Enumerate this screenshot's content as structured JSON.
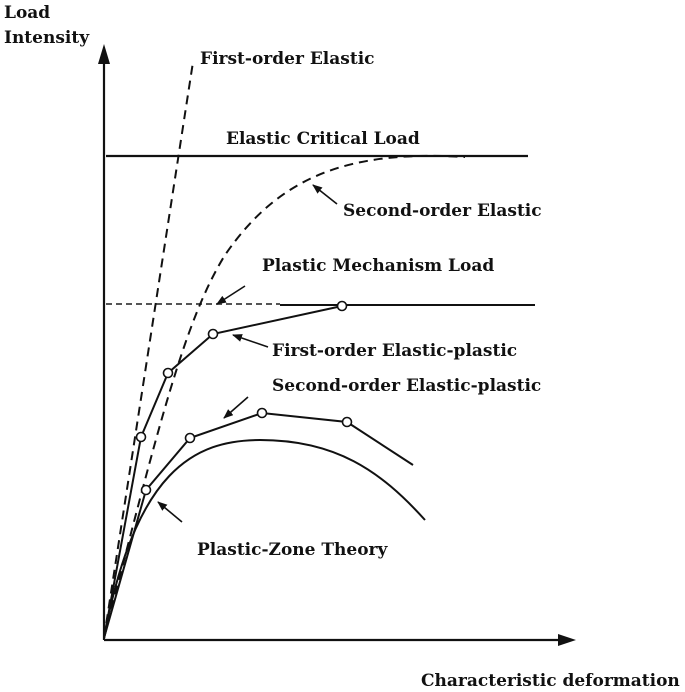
{
  "axes": {
    "y_label_line1": "Load",
    "y_label_line2": "Intensity",
    "x_label": "Characteristic deformation"
  },
  "curves": {
    "first_order_elastic": "First-order Elastic",
    "elastic_critical_load": "Elastic Critical Load",
    "second_order_elastic": "Second-order Elastic",
    "plastic_mechanism_load": "Plastic Mechanism Load",
    "first_order_elastic_plastic": "First-order Elastic-plastic",
    "second_order_elastic_plastic": "Second-order Elastic-plastic",
    "plastic_zone_theory": "Plastic-Zone Theory"
  },
  "colors": {
    "line": "#111111",
    "dashed_mechanism": "#555555",
    "background": "#ffffff"
  }
}
